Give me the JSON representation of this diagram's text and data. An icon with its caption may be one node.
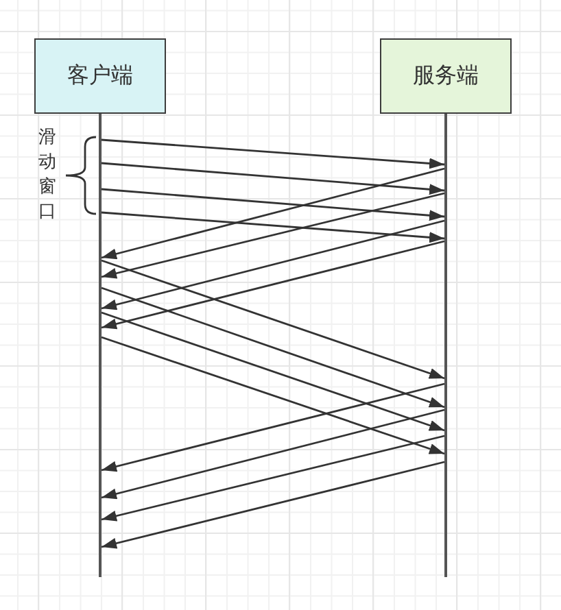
{
  "diagram": {
    "nodes": [
      {
        "text": [
          "客户端"
        ]
      },
      {
        "text": [
          "服务端"
        ]
      },
      {
        "text": [],
        "shape": "line"
      },
      {
        "text": [],
        "shape": "line"
      }
    ],
    "edges": [
      {
        "from": 2,
        "to": 3,
        "arrow": "to"
      },
      {
        "from": 2,
        "to": 3,
        "arrow": "to"
      },
      {
        "from": 2,
        "to": 3,
        "arrow": "to"
      },
      {
        "from": 2,
        "to": 3,
        "arrow": "to"
      },
      {
        "from": 3,
        "to": 2,
        "arrow": "to"
      },
      {
        "from": 3,
        "to": 2,
        "arrow": "to"
      },
      {
        "from": 3,
        "to": 2,
        "arrow": "to"
      },
      {
        "from": 3,
        "to": 2,
        "arrow": "to"
      },
      {
        "from": 2,
        "to": 3,
        "arrow": "to"
      },
      {
        "from": 2,
        "to": 3,
        "arrow": "to"
      },
      {
        "from": 2,
        "to": 3,
        "arrow": "to"
      },
      {
        "from": 2,
        "to": 3,
        "arrow": "to"
      },
      {
        "from": 3,
        "to": 2,
        "arrow": "to"
      },
      {
        "from": 3,
        "to": 2,
        "arrow": "to"
      },
      {
        "from": 3,
        "to": 2,
        "arrow": "to"
      },
      {
        "from": 3,
        "to": 2,
        "arrow": "to"
      }
    ],
    "labels": [
      "滑动窗口"
    ]
  }
}
